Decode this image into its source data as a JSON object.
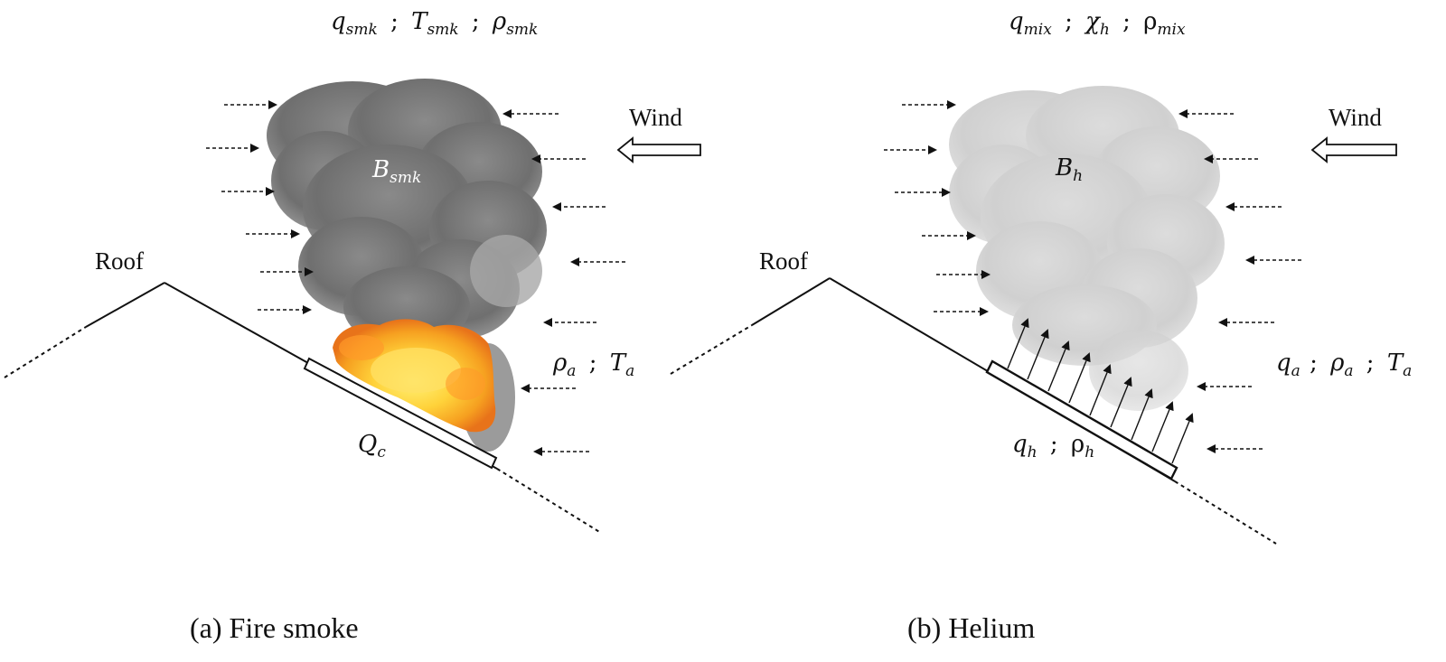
{
  "panel_a": {
    "caption": "(a) Fire smoke",
    "top_q": "q",
    "top_q_sub": "smk",
    "top_T": "T",
    "top_T_sub": "smk",
    "top_rho": "ρ",
    "top_rho_sub": "smk",
    "sep": ";",
    "wind_label": "Wind",
    "roof_label": "Roof",
    "plume_B": "B",
    "plume_B_sub": "smk",
    "amb_rho": "ρ",
    "amb_rho_sub": "a",
    "amb_T": "T",
    "amb_T_sub": "a",
    "source_Q": "Q",
    "source_Q_sub": "c"
  },
  "panel_b": {
    "caption": "(b) Helium",
    "top_q": "q",
    "top_q_sub": "mix",
    "top_chi": "χ",
    "top_chi_sub": "h",
    "top_rho": "ρ",
    "top_rho_sub": "mix",
    "sep": ";",
    "wind_label": "Wind",
    "roof_label": "Roof",
    "plume_B": "B",
    "plume_B_sub": "h",
    "amb_q": "q",
    "amb_q_sub": "a",
    "amb_rho": "ρ",
    "amb_rho_sub": "a",
    "amb_T": "T",
    "amb_T_sub": "a",
    "source_q": "q",
    "source_q_sub": "h",
    "source_rho": "ρ",
    "source_rho_sub": "h"
  },
  "colors": {
    "smoke_dark": "#6e6e6e",
    "smoke_light": "#d4d4d4",
    "flame_outer": "#f08a1c",
    "flame_inner": "#ffd23a",
    "line": "#111111"
  }
}
